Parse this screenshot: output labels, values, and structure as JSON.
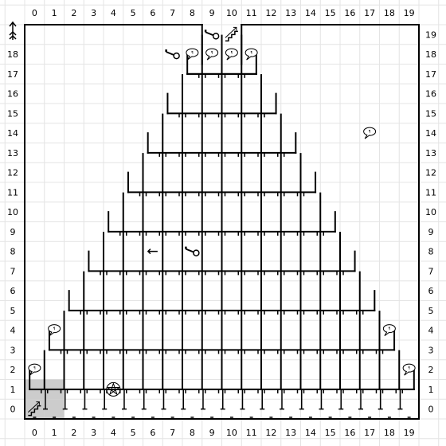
{
  "map": {
    "columns": 20,
    "rows": 20,
    "col_labels": [
      "0",
      "1",
      "2",
      "3",
      "4",
      "5",
      "6",
      "7",
      "8",
      "9",
      "10",
      "11",
      "12",
      "13",
      "14",
      "15",
      "16",
      "17",
      "18",
      "19"
    ],
    "row_labels": [
      "0",
      "1",
      "2",
      "3",
      "4",
      "5",
      "6",
      "7",
      "8",
      "9",
      "10",
      "11",
      "12",
      "13",
      "14",
      "15",
      "16",
      "17",
      "18",
      "19"
    ],
    "shaded_cells": [
      [
        0,
        0
      ],
      [
        0,
        1
      ],
      [
        1,
        0
      ],
      [
        1,
        1
      ]
    ],
    "colors": {
      "shade": "#cccccc",
      "grid": "#e4e4e4",
      "wall": "#000000"
    }
  },
  "items": {
    "keys": [
      [
        7,
        18
      ],
      [
        9,
        19
      ],
      [
        8,
        8
      ]
    ],
    "stairs": [
      [
        0,
        0
      ],
      [
        10,
        19
      ]
    ],
    "pentagram": [
      [
        4,
        1
      ]
    ],
    "arrow_marker": [
      [
        6,
        8
      ]
    ],
    "compass_marker": "north-arrow-icon",
    "speech_bubbles": [
      [
        0,
        2
      ],
      [
        1,
        4
      ],
      [
        8,
        18
      ],
      [
        9,
        18
      ],
      [
        10,
        18
      ],
      [
        11,
        18
      ],
      [
        17,
        14
      ],
      [
        18,
        4
      ],
      [
        19,
        2
      ]
    ],
    "bubble_text": "¶"
  }
}
